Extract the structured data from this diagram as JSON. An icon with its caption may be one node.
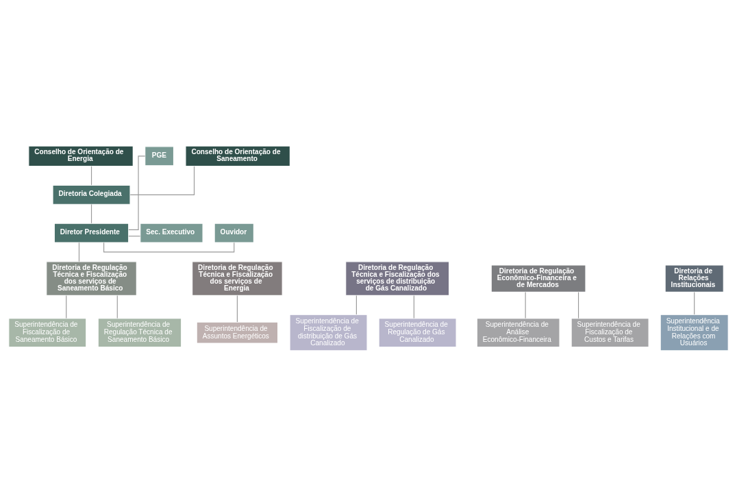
{
  "diagram": {
    "nodes": [
      {
        "text": [
          "Conselho de Orientação de Energia"
        ]
      },
      {
        "text": [
          "Conselho de Orientação de Saneamento"
        ]
      },
      {
        "text": [
          "Diretoria Colegiada"
        ]
      },
      {
        "text": [
          "Diretor Presidente"
        ]
      },
      {
        "text": [
          "Ouvidor"
        ]
      },
      {
        "text": [
          "PGE"
        ]
      },
      {
        "text": [
          "Sec. Executivo"
        ]
      },
      {
        "text": [
          "Diretoria de Regulação Técnica e Fiscalização dos serviços de Energia"
        ]
      },
      {
        "text": [
          "Diretoria de Regulação Técnica e Fiscalização dos serviços de distribuição de Gás Canalizado"
        ]
      },
      {
        "text": [
          "Diretoria de Regulação Técnica e Fiscalização dos serviços de Saneamento Básico"
        ]
      },
      {
        "text": [
          "Diretoria de Regulação Econômico-Financeira e de Mercados"
        ]
      },
      {
        "text": [
          "Diretoria de Relações Institucionais"
        ]
      },
      {
        "text": [
          "Superintendência de Assuntos Energéticos"
        ]
      },
      {
        "text": [
          "Superintendência de Fiscalização de distribuição de Gás Canalizado"
        ]
      },
      {
        "text": [
          "Superintendência de Regulação de Gás Canalizado"
        ]
      },
      {
        "text": [
          "Superintendência de Fiscalização de Saneamento Básico"
        ]
      },
      {
        "text": [
          "Superintendência de Regulação Técnica de Saneamento Básico"
        ]
      },
      {
        "text": [
          "Superintendência de Análise Econômico-Financeira"
        ]
      },
      {
        "text": [
          "Superintendência de Fiscalização de Custos e Tarifas"
        ]
      },
      {
        "text": [
          "Superintendência Institucional e de Relações com Usuários"
        ]
      }
    ],
    "edges": [
      {
        "from": 0,
        "to": 2,
        "arrow": "none"
      },
      {
        "from": 1,
        "to": 2,
        "arrow": "none"
      },
      {
        "from": 2,
        "to": 3,
        "arrow": "none"
      },
      {
        "from": 3,
        "to": 4,
        "arrow": "none"
      },
      {
        "from": 3,
        "to": 5,
        "arrow": "none"
      },
      {
        "from": 3,
        "to": 6,
        "arrow": "none"
      },
      {
        "from": 3,
        "to": 9,
        "arrow": "none"
      },
      {
        "from": 7,
        "to": 12,
        "arrow": "none"
      },
      {
        "from": 8,
        "to": 13,
        "arrow": "none"
      },
      {
        "from": 8,
        "to": 14,
        "arrow": "none"
      },
      {
        "from": 9,
        "to": 15,
        "arrow": "none"
      },
      {
        "from": 9,
        "to": 16,
        "arrow": "none"
      },
      {
        "from": 10,
        "to": 17,
        "arrow": "none"
      },
      {
        "from": 10,
        "to": 18,
        "arrow": "none"
      },
      {
        "from": 11,
        "to": 19,
        "arrow": "none"
      }
    ]
  }
}
